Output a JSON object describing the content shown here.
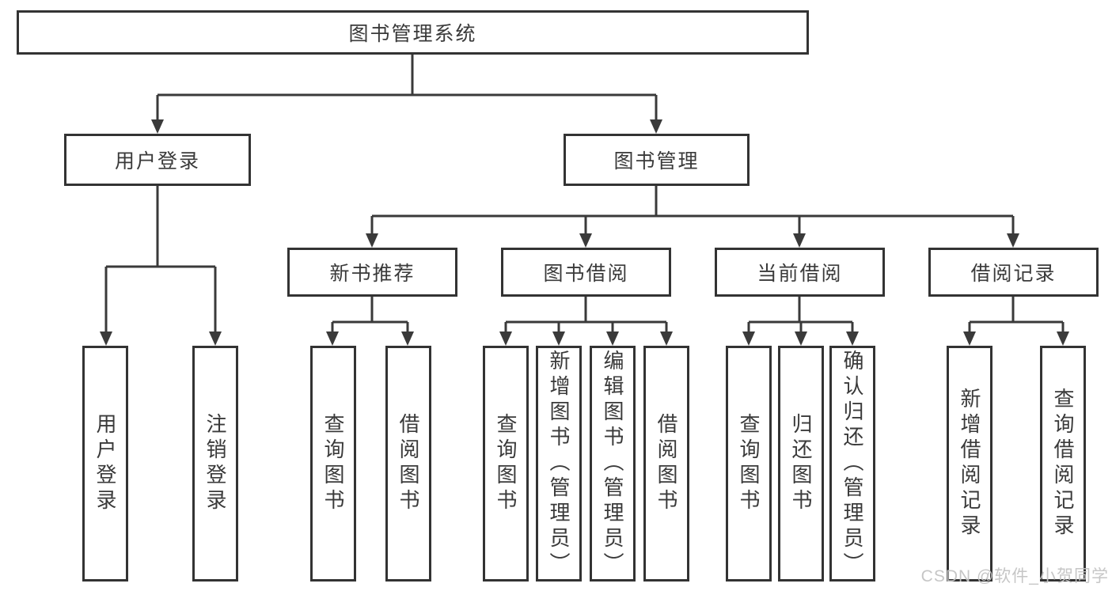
{
  "diagram": {
    "title": "图书管理系统",
    "type": "hierarchy-tree"
  },
  "nodes": {
    "root": "图书管理系统",
    "level2": {
      "user_login": "用户登录",
      "book_mgmt": "图书管理"
    },
    "level3": {
      "new_book_rec": "新书推荐",
      "book_borrow": "图书借阅",
      "current_borrow": "当前借阅",
      "borrow_record": "借阅记录"
    },
    "leaves": {
      "user_login": "用户登录",
      "logout": "注销登录",
      "rec_query_book": "查询图书",
      "rec_borrow_book": "借阅图书",
      "bb_query_book": "查询图书",
      "bb_add_book": "新增图书（管理员）",
      "bb_edit_book": "编辑图书（管理员）",
      "bb_borrow_book": "借阅图书",
      "cb_query_book": "查询图书",
      "cb_return_book": "归还图书",
      "cb_confirm_return": "确认归还（管理员）",
      "br_add_record": "新增借阅记录",
      "br_query_record": "查询借阅记录"
    }
  },
  "watermark": {
    "text": "CSDN @软件_小贺同学"
  },
  "colors": {
    "line": "#3a3a3a",
    "border": "#333333",
    "text": "#3a3a3a",
    "background": "#ffffff",
    "watermark": "#c3c3c3"
  }
}
